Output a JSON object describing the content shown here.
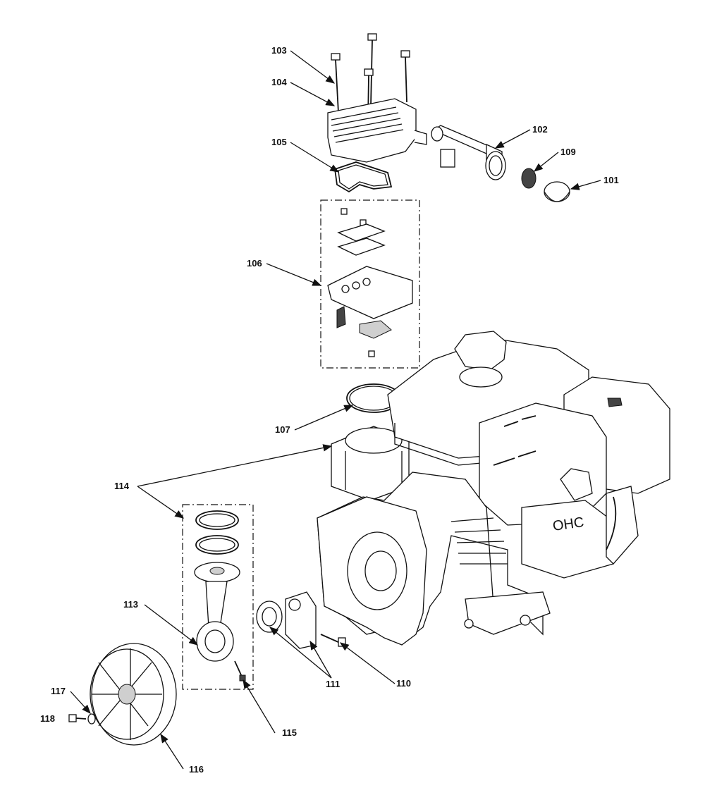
{
  "diagram": {
    "labels": {
      "p101": "101",
      "p102": "102",
      "p103": "103",
      "p104": "104",
      "p105": "105",
      "p106": "106",
      "p107": "107",
      "p109": "109",
      "p110": "110",
      "p111": "111",
      "p113": "113",
      "p114": "114",
      "p115": "115",
      "p116": "116",
      "p117": "117",
      "p118": "118"
    },
    "engine_badge": "OHC"
  }
}
